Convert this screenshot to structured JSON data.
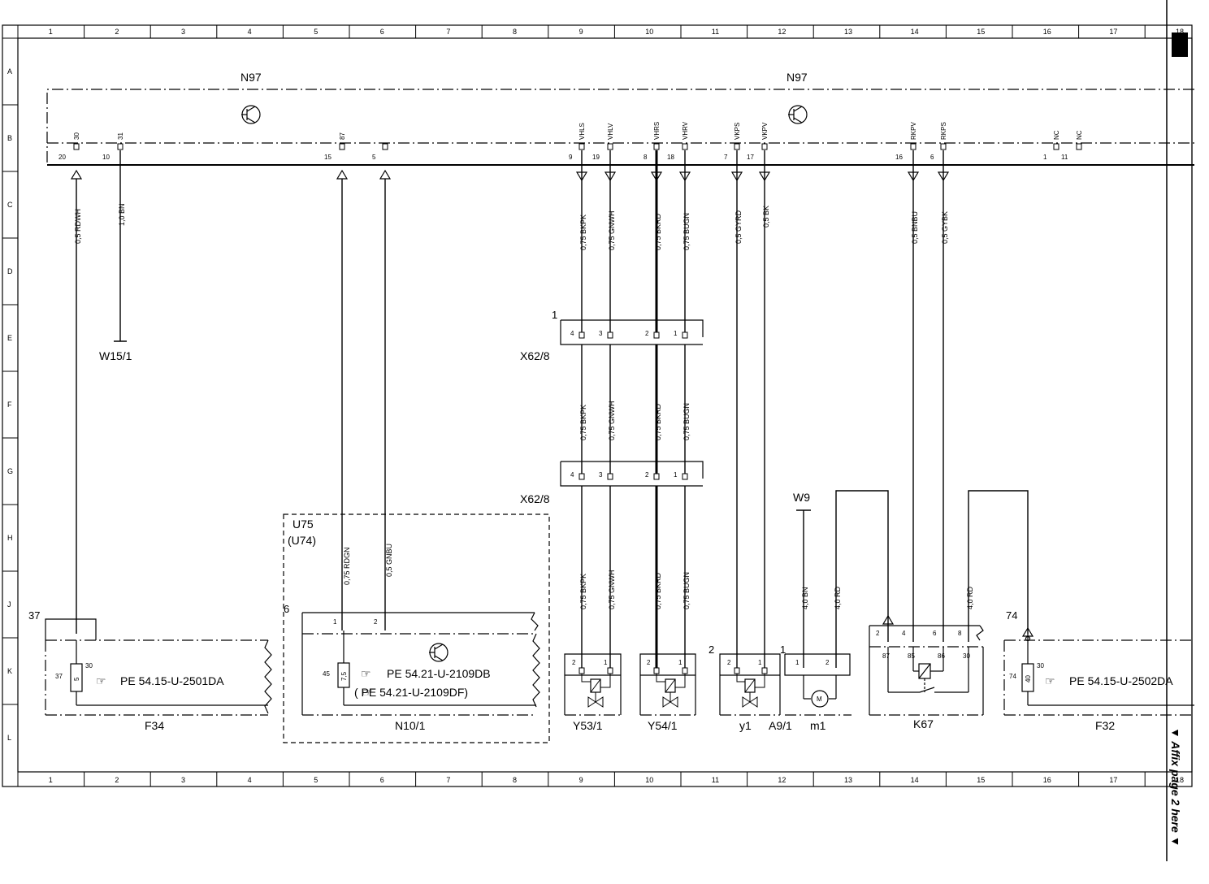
{
  "border": {
    "columns": [
      "1",
      "2",
      "3",
      "4",
      "5",
      "6",
      "7",
      "8",
      "9",
      "10",
      "11",
      "12",
      "13",
      "14",
      "15",
      "16",
      "17",
      "18"
    ],
    "rows": [
      "A",
      "B",
      "C",
      "D",
      "E",
      "F",
      "G",
      "H",
      "J",
      "K",
      "L"
    ]
  },
  "side_note": "▼ Affix page 2 here ▼",
  "components": {
    "n97_left": "N97",
    "n97_right": "N97",
    "w15_1": "W15/1",
    "x62_8_top": "X62/8",
    "x62_8_bottom": "X62/8",
    "x62_8_top_num": "1",
    "u75": "U75",
    "u74": "(U74)",
    "u75_num": "6",
    "w9": "W9",
    "f34": "F34",
    "f34_num": "37",
    "n10_1": "N10/1",
    "y53_1": "Y53/1",
    "y54_1": "Y54/1",
    "y1": "y1",
    "a9_1": "A9/1",
    "a9_1_num": "1",
    "y1_num": "2",
    "m1": "m1",
    "k67": "K67",
    "f32": "F32",
    "f32_num": "74"
  },
  "refs": {
    "f34": "PE 54.15-U-2501DA",
    "n10_1_a": "PE 54.21-U-2109DB",
    "n10_1_b": "( PE 54.21-U-2109DF)",
    "f32": "PE 54.15-U-2502DA"
  },
  "n97_pins": [
    {
      "id": "p30",
      "num": "20",
      "name": "30"
    },
    {
      "id": "p31",
      "num": "10",
      "name": "31"
    },
    {
      "id": "p87",
      "num": "15",
      "name": "87"
    },
    {
      "id": "p5",
      "num": "5",
      "name": ""
    },
    {
      "id": "vhls",
      "num": "9",
      "name": "VHLS"
    },
    {
      "id": "vhlv",
      "num": "19",
      "name": "VHLV"
    },
    {
      "id": "vhrs",
      "num": "8",
      "name": "VHRS"
    },
    {
      "id": "vhrv",
      "num": "18",
      "name": "VHRV"
    },
    {
      "id": "vkps",
      "num": "7",
      "name": "VKPS"
    },
    {
      "id": "vkpv",
      "num": "17",
      "name": "VKPV"
    },
    {
      "id": "rkpv",
      "num": "16",
      "name": "RKPV"
    },
    {
      "id": "rkps",
      "num": "6",
      "name": "RKPS"
    },
    {
      "id": "nc1",
      "num": "1",
      "name": "NC"
    },
    {
      "id": "nc11",
      "num": "11",
      "name": "NC"
    }
  ],
  "wires": {
    "w1": "0,5 RDWH",
    "w2": "1,0 BN",
    "w3": "0,75 BKPK",
    "w4": "0,75 GNWH",
    "w5": "0,75 BKRD",
    "w6": "0,75 BUGN",
    "w7": "0,5 GYRD",
    "w8": "0,5 BK",
    "w9": "0,5 BNBU",
    "w10": "0,5 GYBK",
    "f3": "0,75 BKPK",
    "f4": "0,75 GNWH",
    "f5": "0,75 BKRD",
    "f6": "0,75 BUGN",
    "h3": "0,75 BKPK",
    "h4": "0,75 GNWH",
    "h5": "0,75 BKRD",
    "h6": "0,75 BUGN",
    "u1": "0,75 RDGN",
    "u2": "0,5 GNBU",
    "a1": "4,0 BN",
    "a2": "4,0 RD",
    "k1": "4,0 RD"
  },
  "connector_pins": [
    "4",
    "3",
    "2",
    "1"
  ],
  "pins": {
    "f34_30": "30",
    "f34_37": "37",
    "f34_fuse": "5",
    "n10_1": "1",
    "n10_2": "2",
    "n10_45": "45",
    "n10_fuse": "7,5",
    "y53_2": "2",
    "y53_1": "1",
    "y54_2": "2",
    "y54_1": "1",
    "y1_2": "2",
    "y1_1": "1",
    "m1_1": "1",
    "m1_2": "2",
    "motor": "M",
    "k_2": "2",
    "k_4": "4",
    "k_6": "6",
    "k_8": "8",
    "k_87": "87",
    "k_85": "85",
    "k_86": "86",
    "k_30": "30",
    "f32_74": "74",
    "f32_30": "30",
    "f32_fuse": "40"
  }
}
